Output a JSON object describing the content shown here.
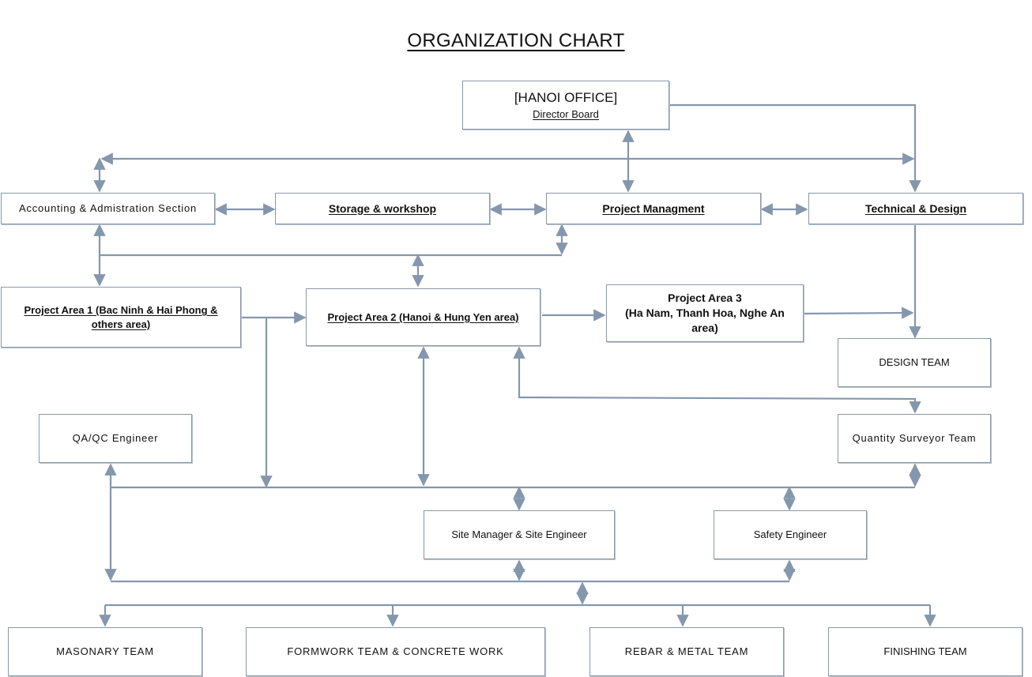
{
  "title": "ORGANIZATION CHART",
  "colors": {
    "connector": "#8497ad",
    "box_border": "#8a98a8"
  },
  "nodes": {
    "hanoi_office": {
      "line1": "[HANOI OFFICE]",
      "line2": "Director Board"
    },
    "accounting": "Accounting & Admistration Section",
    "storage": "Storage & workshop",
    "project_mgmt": "Project Managment",
    "technical": "Technical & Design",
    "area1": {
      "line1": "Project Area 1 (Bac Ninh & Hai Phong &",
      "line2": "others area)"
    },
    "area2": "Project Area 2 (Hanoi & Hung Yen area)",
    "area3": {
      "line1": "Project Area 3",
      "line2": "(Ha Nam, Thanh Hoa, Nghe An area)"
    },
    "design_team": "DESIGN TEAM",
    "qaqc": "QA/QC Engineer",
    "qs_team": "Quantity Surveyor Team",
    "site_manager": "Site Manager & Site Engineer",
    "safety": "Safety Engineer",
    "masonary": "MASONARY TEAM",
    "formwork": "FORMWORK TEAM & CONCRETE WORK",
    "rebar": "REBAR & METAL TEAM",
    "finishing": "FINISHING TEAM"
  }
}
